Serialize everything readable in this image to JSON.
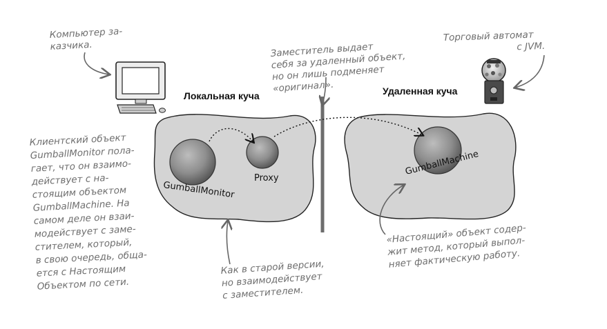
{
  "heaps": {
    "local_title": "Локальная куча",
    "remote_title": "Удаленная куча"
  },
  "objects": {
    "gumball_monitor": "GumballMonitor",
    "proxy": "Proxy",
    "gumball_machine": "GumballMachine"
  },
  "notes": {
    "client_computer": [
      "Компьютер за-",
      "казчика."
    ],
    "vending_machine": [
      "Торговый автомат",
      "с JVM."
    ],
    "proxy_pretends": [
      "Заместитель выдает",
      "себя за удаленный объект,",
      "но он лишь подменяет",
      "«оригинал»."
    ],
    "client_object": [
      "Клиентский объект",
      "GumballMonitor пола-",
      "гает, что он взаимо-",
      "действует с на-",
      "стоящим объектом",
      "GumballMachine. На",
      "самом деле он взаи-",
      "модействует с заме-",
      "стителем, который,",
      "в свою очередь, обща-",
      "ется с Настоящим",
      "Объектом по сети."
    ],
    "old_version": [
      "Как в старой версии,",
      "но взаимодействует",
      "с заместителем."
    ],
    "real_object": [
      "«Настоящий» объект содер-",
      "жит метод, который выпол-",
      "няет фактическую работу."
    ]
  }
}
